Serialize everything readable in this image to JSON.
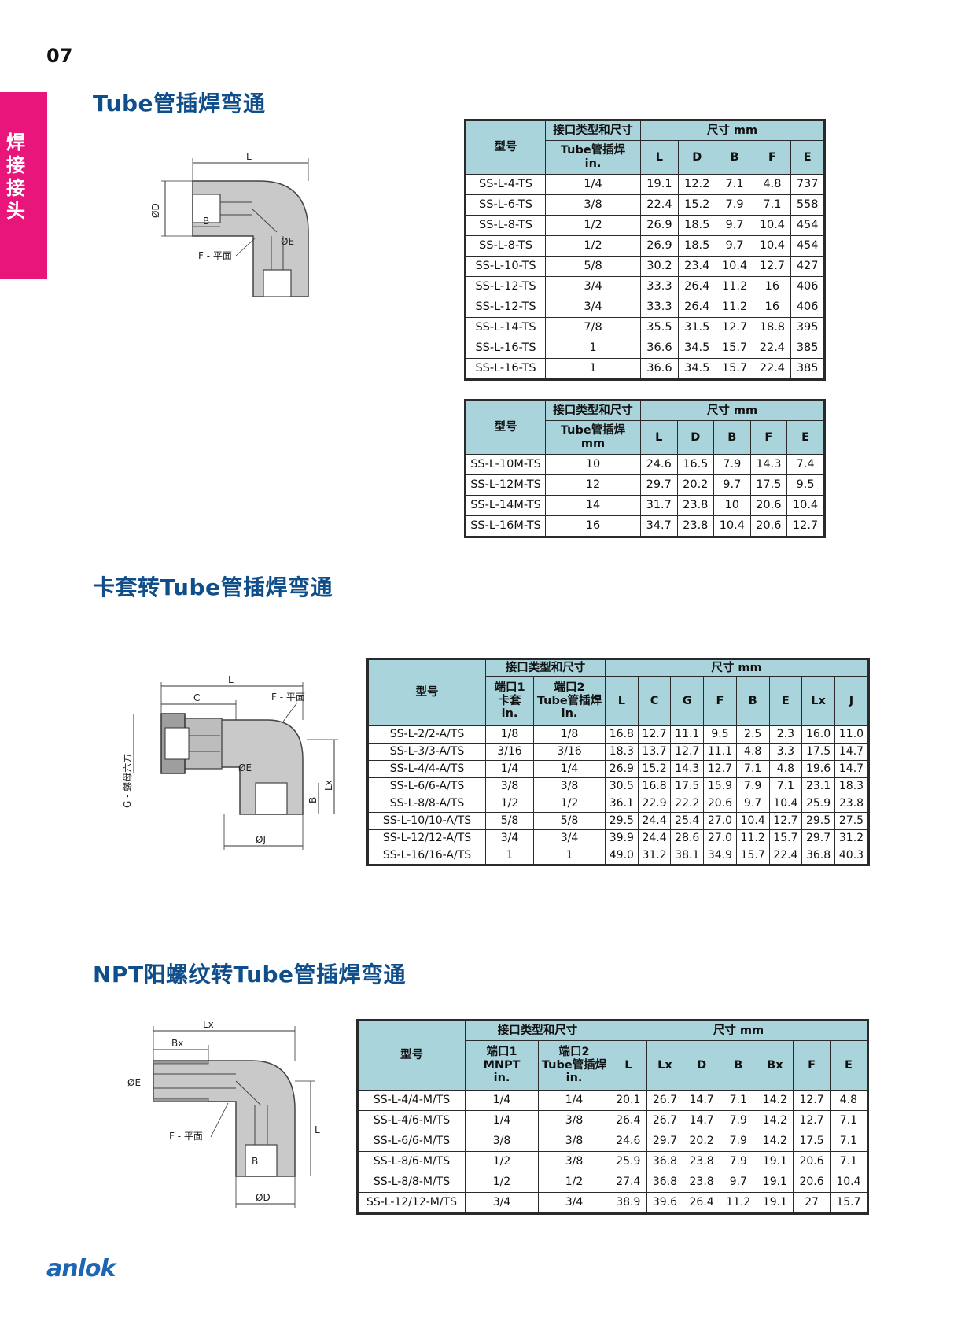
{
  "page": {
    "number": "07",
    "side_tab": [
      "焊",
      "接",
      "接",
      "头"
    ],
    "brand": "anlok"
  },
  "sections": [
    {
      "title": "Tube管插焊弯通"
    },
    {
      "title": "卡套转Tube管插焊弯通"
    },
    {
      "title": "NPT阳螺纹转Tube管插焊弯通"
    }
  ],
  "drawings": {
    "d1": {
      "L": "L",
      "D": "ØD",
      "B": "B",
      "E": "ØE",
      "F": "F - 平面"
    },
    "d2": {
      "L": "L",
      "C": "C",
      "F": "F - 平面",
      "G": "G - 螺母六方",
      "E": "ØE",
      "Lx": "Lx",
      "B": "B",
      "J": "ØJ"
    },
    "d3": {
      "Lx": "Lx",
      "Bx": "Bx",
      "E": "ØE",
      "F": "F - 平面",
      "L": "L",
      "B": "B",
      "D": "ØD"
    }
  },
  "table_a": {
    "h_model": "型号",
    "h_port": "接口类型和尺寸",
    "h_dim": "尺寸 mm",
    "h_port_sub": "Tube管插焊",
    "h_port_unit": "in.",
    "cols": [
      "L",
      "D",
      "B",
      "F",
      "E"
    ],
    "rows": [
      [
        "SS-L-4-TS",
        "1/4",
        "19.1",
        "12.2",
        "7.1",
        "4.8",
        "737"
      ],
      [
        "SS-L-6-TS",
        "3/8",
        "22.4",
        "15.2",
        "7.9",
        "7.1",
        "558"
      ],
      [
        "SS-L-8-TS",
        "1/2",
        "26.9",
        "18.5",
        "9.7",
        "10.4",
        "454"
      ],
      [
        "SS-L-8-TS",
        "1/2",
        "26.9",
        "18.5",
        "9.7",
        "10.4",
        "454"
      ],
      [
        "SS-L-10-TS",
        "5/8",
        "30.2",
        "23.4",
        "10.4",
        "12.7",
        "427"
      ],
      [
        "SS-L-12-TS",
        "3/4",
        "33.3",
        "26.4",
        "11.2",
        "16",
        "406"
      ],
      [
        "SS-L-12-TS",
        "3/4",
        "33.3",
        "26.4",
        "11.2",
        "16",
        "406"
      ],
      [
        "SS-L-14-TS",
        "7/8",
        "35.5",
        "31.5",
        "12.7",
        "18.8",
        "395"
      ],
      [
        "SS-L-16-TS",
        "1",
        "36.6",
        "34.5",
        "15.7",
        "22.4",
        "385"
      ],
      [
        "SS-L-16-TS",
        "1",
        "36.6",
        "34.5",
        "15.7",
        "22.4",
        "385"
      ]
    ]
  },
  "table_b": {
    "h_model": "型号",
    "h_port": "接口类型和尺寸",
    "h_dim": "尺寸 mm",
    "h_port_sub": "Tube管插焊",
    "h_port_unit": "mm",
    "cols": [
      "L",
      "D",
      "B",
      "F",
      "E"
    ],
    "rows": [
      [
        "SS-L-10M-TS",
        "10",
        "24.6",
        "16.5",
        "7.9",
        "14.3",
        "7.4"
      ],
      [
        "SS-L-12M-TS",
        "12",
        "29.7",
        "20.2",
        "9.7",
        "17.5",
        "9.5"
      ],
      [
        "SS-L-14M-TS",
        "14",
        "31.7",
        "23.8",
        "10",
        "20.6",
        "10.4"
      ],
      [
        "SS-L-16M-TS",
        "16",
        "34.7",
        "23.8",
        "10.4",
        "20.6",
        "12.7"
      ]
    ]
  },
  "table_c": {
    "h_model": "型号",
    "h_port": "接口类型和尺寸",
    "h_dim": "尺寸 mm",
    "h_p1": [
      "端口1",
      "卡套",
      "in."
    ],
    "h_p2": [
      "端口2",
      "Tube管插焊",
      "in."
    ],
    "cols": [
      "L",
      "C",
      "G",
      "F",
      "B",
      "E",
      "Lx",
      "J"
    ],
    "rows": [
      [
        "SS-L-2/2-A/TS",
        "1/8",
        "1/8",
        "16.8",
        "12.7",
        "11.1",
        "9.5",
        "2.5",
        "2.3",
        "16.0",
        "11.0"
      ],
      [
        "SS-L-3/3-A/TS",
        "3/16",
        "3/16",
        "18.3",
        "13.7",
        "12.7",
        "11.1",
        "4.8",
        "3.3",
        "17.5",
        "14.7"
      ],
      [
        "SS-L-4/4-A/TS",
        "1/4",
        "1/4",
        "26.9",
        "15.2",
        "14.3",
        "12.7",
        "7.1",
        "4.8",
        "19.6",
        "14.7"
      ],
      [
        "SS-L-6/6-A/TS",
        "3/8",
        "3/8",
        "30.5",
        "16.8",
        "17.5",
        "15.9",
        "7.9",
        "7.1",
        "23.1",
        "18.3"
      ],
      [
        "SS-L-8/8-A/TS",
        "1/2",
        "1/2",
        "36.1",
        "22.9",
        "22.2",
        "20.6",
        "9.7",
        "10.4",
        "25.9",
        "23.8"
      ],
      [
        "SS-L-10/10-A/TS",
        "5/8",
        "5/8",
        "29.5",
        "24.4",
        "25.4",
        "27.0",
        "10.4",
        "12.7",
        "29.5",
        "27.5"
      ],
      [
        "SS-L-12/12-A/TS",
        "3/4",
        "3/4",
        "39.9",
        "24.4",
        "28.6",
        "27.0",
        "11.2",
        "15.7",
        "29.7",
        "31.2"
      ],
      [
        "SS-L-16/16-A/TS",
        "1",
        "1",
        "49.0",
        "31.2",
        "38.1",
        "34.9",
        "15.7",
        "22.4",
        "36.8",
        "40.3"
      ]
    ]
  },
  "table_d": {
    "h_model": "型号",
    "h_port": "接口类型和尺寸",
    "h_dim": "尺寸 mm",
    "h_p1": [
      "端口1",
      "MNPT",
      "in."
    ],
    "h_p2": [
      "端口2",
      "Tube管插焊",
      "in."
    ],
    "cols": [
      "L",
      "Lx",
      "D",
      "B",
      "Bx",
      "F",
      "E"
    ],
    "rows": [
      [
        "SS-L-4/4-M/TS",
        "1/4",
        "1/4",
        "20.1",
        "26.7",
        "14.7",
        "7.1",
        "14.2",
        "12.7",
        "4.8"
      ],
      [
        "SS-L-4/6-M/TS",
        "1/4",
        "3/8",
        "26.4",
        "26.7",
        "14.7",
        "7.9",
        "14.2",
        "12.7",
        "7.1"
      ],
      [
        "SS-L-6/6-M/TS",
        "3/8",
        "3/8",
        "24.6",
        "29.7",
        "20.2",
        "7.9",
        "14.2",
        "17.5",
        "7.1"
      ],
      [
        "SS-L-8/6-M/TS",
        "1/2",
        "3/8",
        "25.9",
        "36.8",
        "23.8",
        "7.9",
        "19.1",
        "20.6",
        "7.1"
      ],
      [
        "SS-L-8/8-M/TS",
        "1/2",
        "1/2",
        "27.4",
        "36.8",
        "23.8",
        "9.7",
        "19.1",
        "20.6",
        "10.4"
      ],
      [
        "SS-L-12/12-M/TS",
        "3/4",
        "3/4",
        "38.9",
        "39.6",
        "26.4",
        "11.2",
        "19.1",
        "27",
        "15.7"
      ]
    ]
  }
}
